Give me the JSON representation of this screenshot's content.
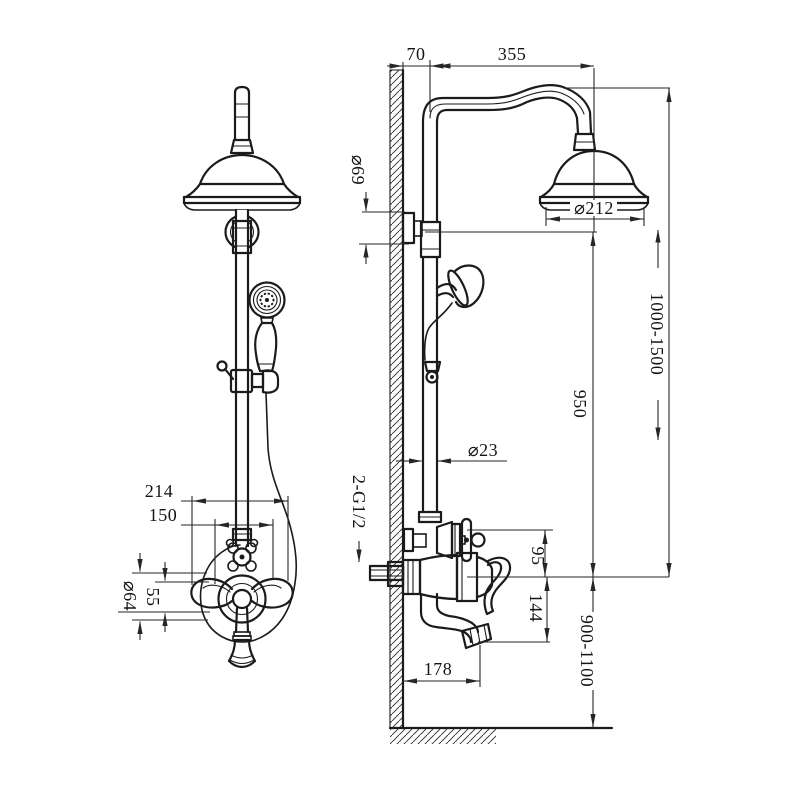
{
  "drawing": {
    "dimensions": {
      "wall_offset": "70",
      "arm_reach": "355",
      "bracket_diameter": "⌀69",
      "head_diameter": "⌀212",
      "column_height_range": "1000-1500",
      "riser_length": "950",
      "pipe_diameter": "⌀23",
      "thread_spec": "2-G1/2",
      "diverter_offset": "95",
      "spout_drop": "144",
      "mixer_height_range": "900-1100",
      "spout_reach": "178",
      "mixer_width": "214",
      "inlet_spacing": "150",
      "escutcheon_diameter": "⌀64",
      "body_height": "55"
    },
    "colors": {
      "line": "#1b1b1b",
      "dimension": "#262626",
      "background": "#ffffff"
    }
  }
}
